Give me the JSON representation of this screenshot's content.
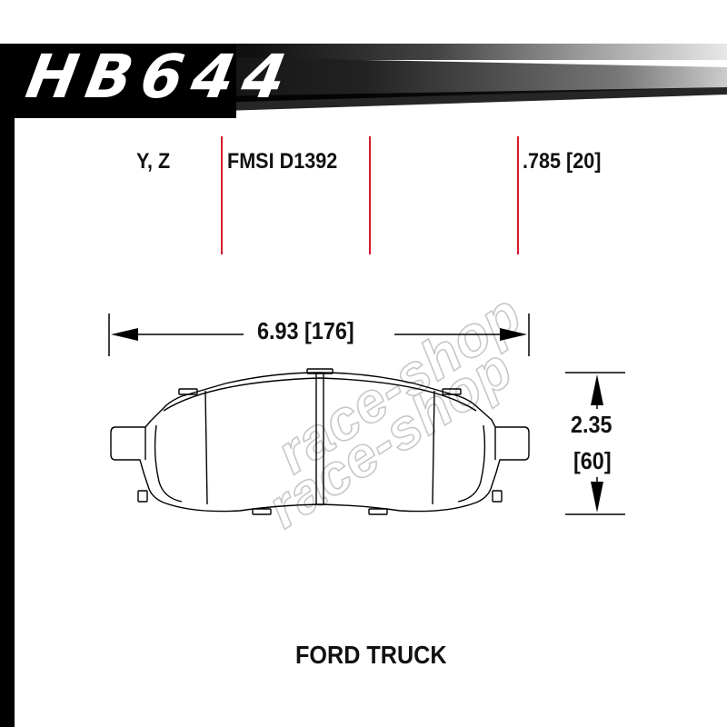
{
  "header": {
    "part_number": "HB644"
  },
  "specs": {
    "pad_compounds": "Y, Z",
    "fmsi_number": "FMSI D1392",
    "thickness": ".785 [20]"
  },
  "dimensions": {
    "width": "6.93 [176]",
    "height_in": "2.35",
    "height_mm": "[60]"
  },
  "application": "FORD TRUCK",
  "watermark": {
    "text": "race-shop"
  },
  "colors": {
    "accent_red": "#d6182a",
    "header_black": "#000000",
    "outline": "#000000"
  }
}
